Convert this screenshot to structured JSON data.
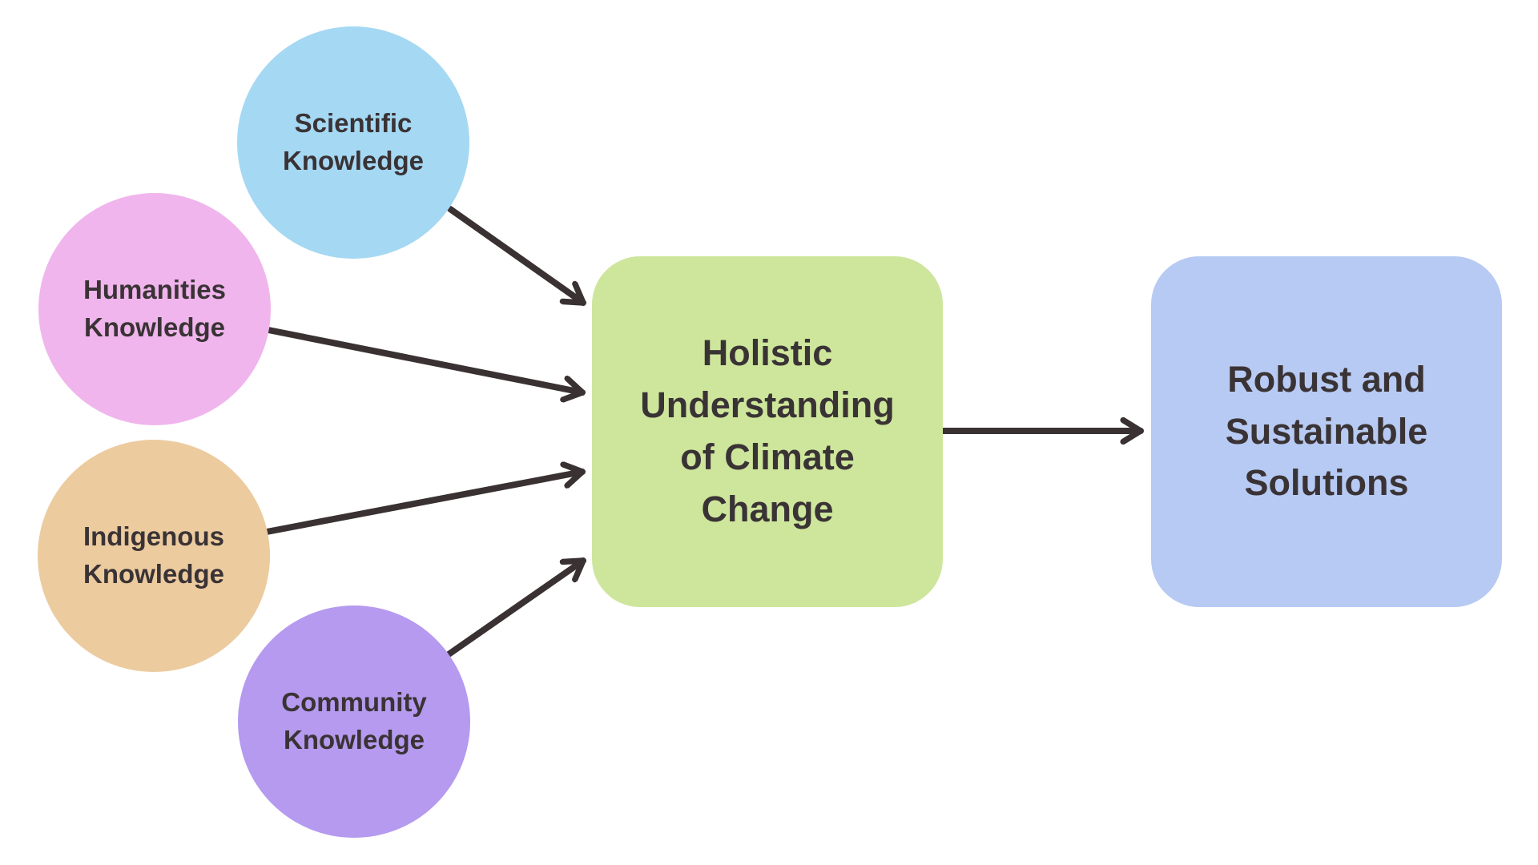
{
  "diagram": {
    "description": "Knowledge integration flow diagram",
    "text_color": "#3A3335",
    "arrow_color": "#3A3232",
    "background_color": "#FFFFFF",
    "sources": [
      {
        "id": "scientific",
        "label": "Scientific\nKnowledge",
        "shape": "circle",
        "color": "#A5D8F3"
      },
      {
        "id": "humanities",
        "label": "Humanities\nKnowledge",
        "shape": "circle",
        "color": "#F0B5EC"
      },
      {
        "id": "indigenous",
        "label": "Indigenous\nKnowledge",
        "shape": "circle",
        "color": "#ECCB9F"
      },
      {
        "id": "community",
        "label": "Community\nKnowledge",
        "shape": "circle",
        "color": "#B59AEF"
      }
    ],
    "central": {
      "id": "holistic-understanding",
      "label": "Holistic\nUnderstanding\nof Climate\nChange",
      "shape": "rounded-square",
      "color": "#CDE69C"
    },
    "outcome": {
      "id": "robust-solutions",
      "label": "Robust and\nSustainable\nSolutions",
      "shape": "rounded-square",
      "color": "#B7CAF3"
    },
    "edges": [
      {
        "from": "scientific",
        "to": "holistic-understanding"
      },
      {
        "from": "humanities",
        "to": "holistic-understanding"
      },
      {
        "from": "indigenous",
        "to": "holistic-understanding"
      },
      {
        "from": "community",
        "to": "holistic-understanding"
      },
      {
        "from": "holistic-understanding",
        "to": "robust-solutions"
      }
    ]
  }
}
